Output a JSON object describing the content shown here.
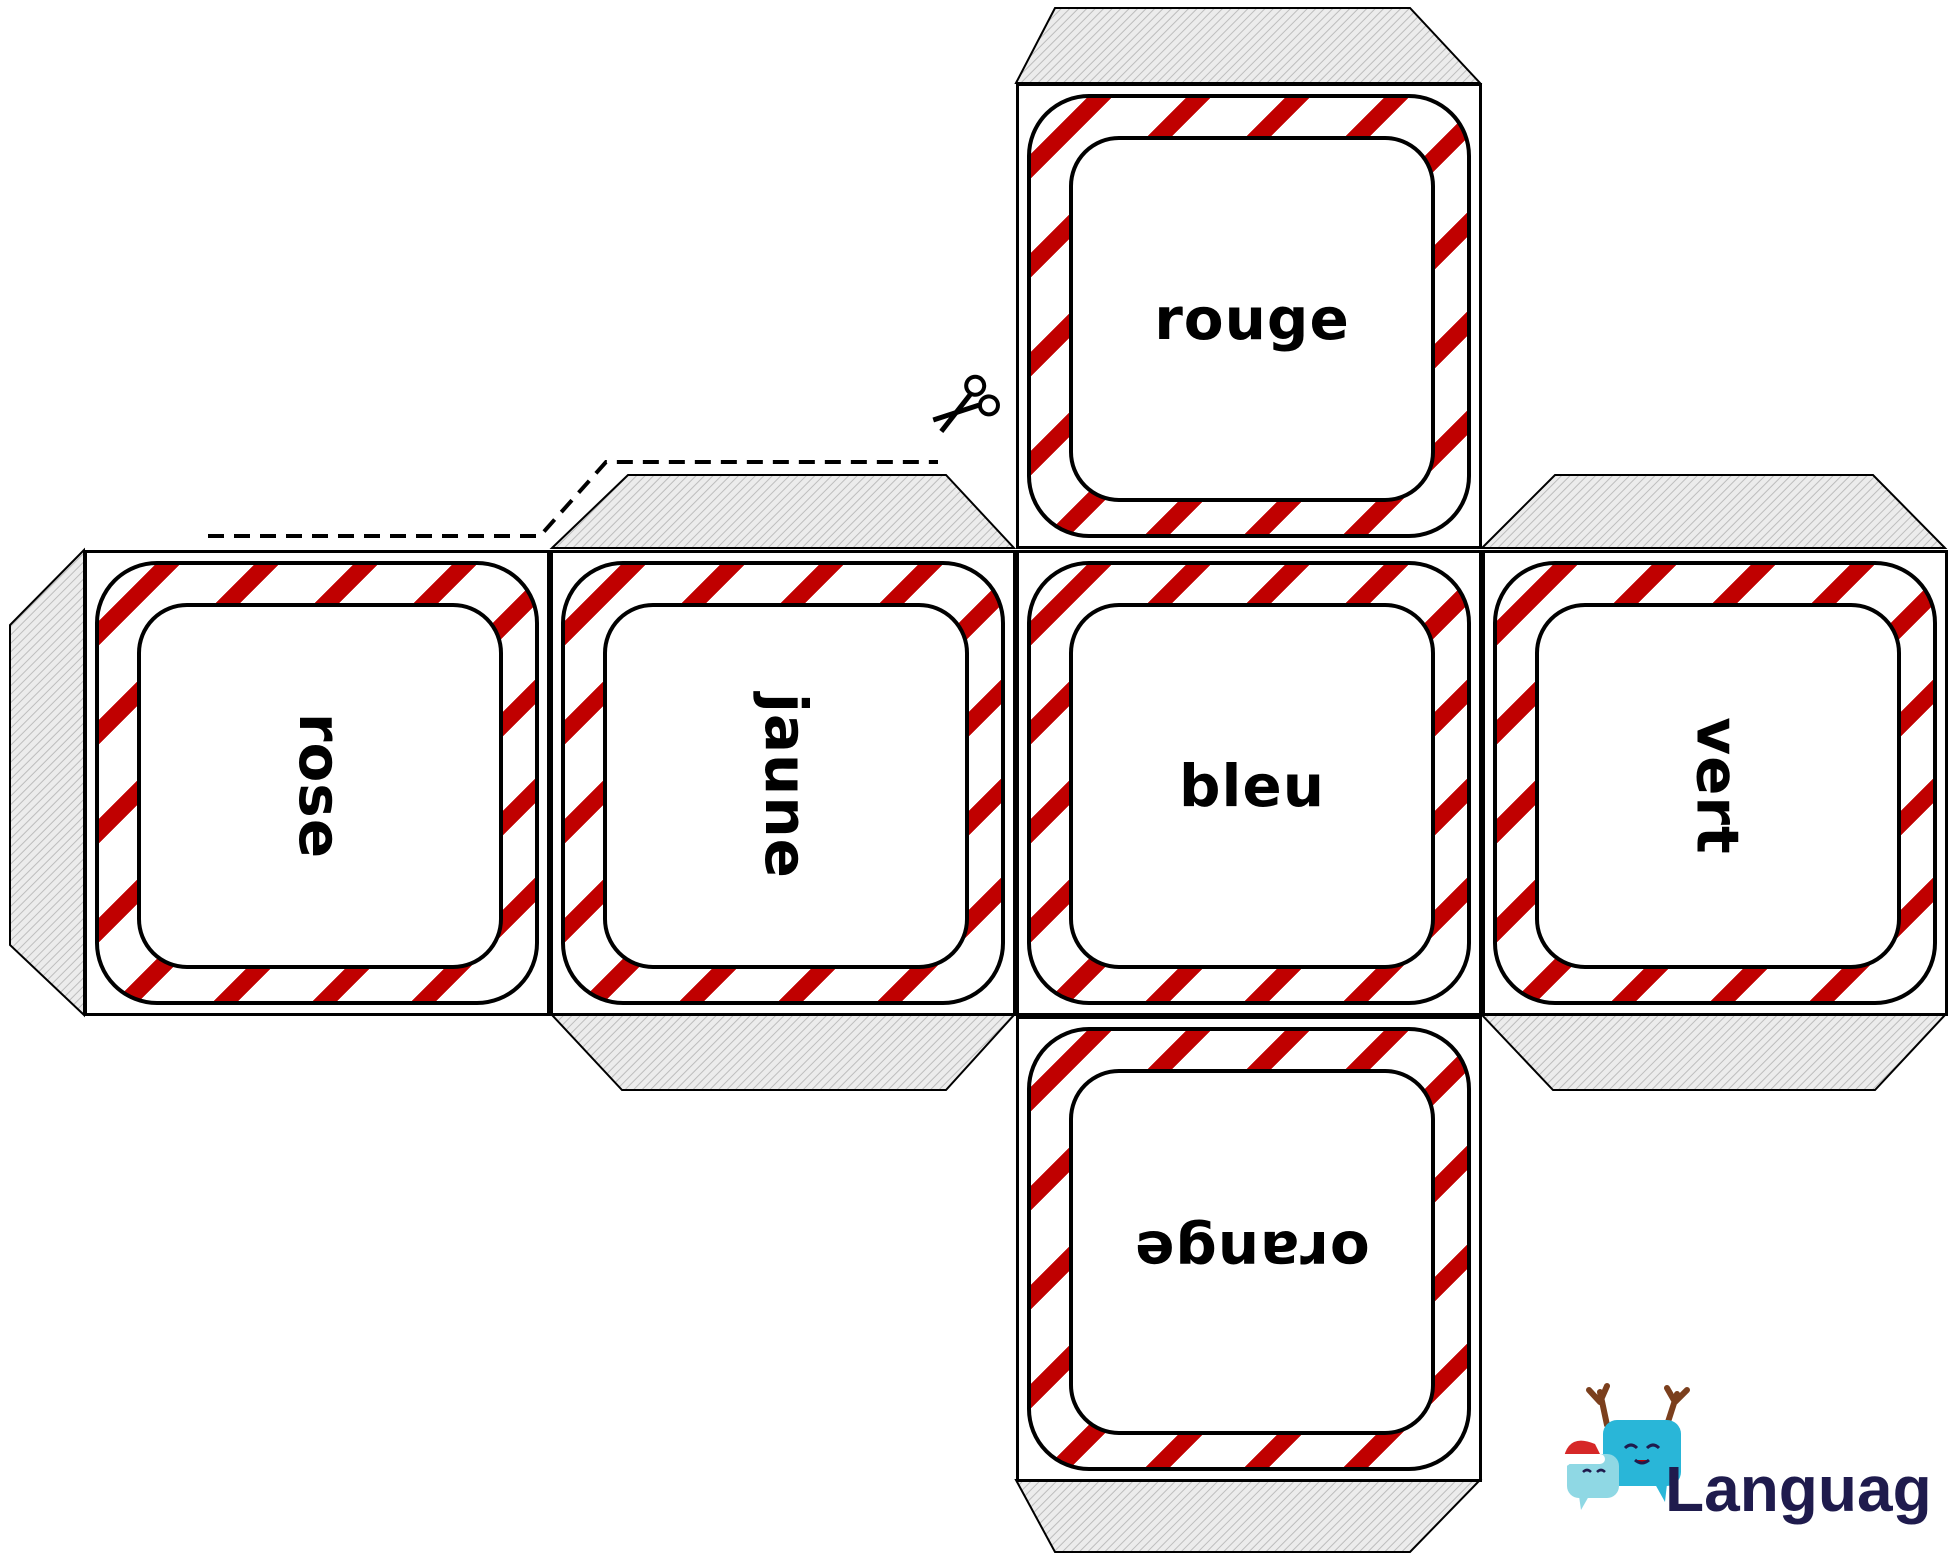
{
  "faces": {
    "top": "rouge",
    "left1": "rose",
    "left2": "jaune",
    "center": "bleu",
    "right": "vert",
    "bottom": "orange"
  },
  "logo": {
    "text": "Languag"
  },
  "colors": {
    "stripe_red": "#c00000",
    "tab_gray": "#d8d8d8",
    "logo_text": "#1f1b4d",
    "logo_blue": "#29b6d8"
  },
  "icons": {
    "cut_marker": "scissors-icon",
    "brand_mascot": "reindeer-speech-bubble-icon"
  }
}
